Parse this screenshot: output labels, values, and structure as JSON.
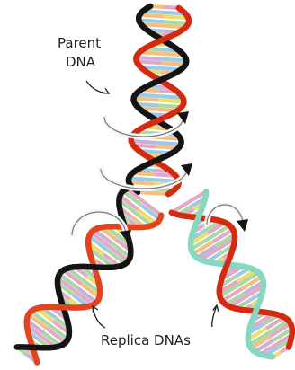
{
  "labels": {
    "parent_line1": "Parent",
    "parent_line2": "DNA",
    "replica": "Replica DNAs"
  },
  "colors": {
    "strand_black": "#141414",
    "strand_red": "#d42a10",
    "strand_orange_red": "#e2441e",
    "strand_teal": "#86d8c0",
    "strand_white": "#f7f7f7",
    "strand_outline": "#777777",
    "rung_colors": [
      "#f1dc6a",
      "#9ccbe9",
      "#e4a9c7",
      "#c9b0dc",
      "#f3c07e",
      "#a9d9a4"
    ]
  }
}
